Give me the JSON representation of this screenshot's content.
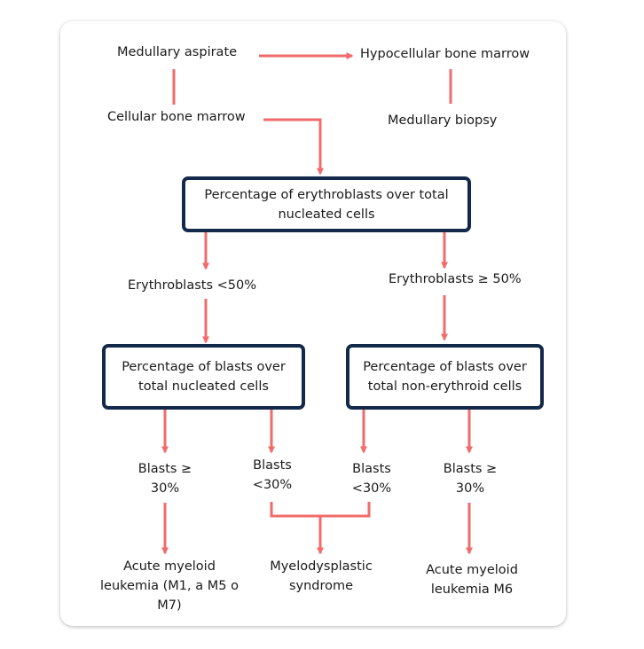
{
  "nodes": {
    "medullary_aspirate": "Medullary aspirate",
    "hypocellular": "Hypocellular bone marrow",
    "cellular": "Cellular bone marrow",
    "medullary_biopsy": "Medullary biopsy",
    "percentage_erythroblasts": "Percentage of erythroblasts over total nucleated cells",
    "erythro_lt50": "Erythroblasts <50%",
    "erythro_ge50": "Erythroblasts ≥ 50%",
    "blasts_total": "Percentage of blasts over total nucleated cells",
    "blasts_nonerythroid": "Percentage of blasts over total non-erythroid cells",
    "blasts_ge30_left": "Blasts ≥ 30%",
    "blasts_lt30_a": "Blasts <30%",
    "blasts_lt30_b": "Blasts <30%",
    "blasts_ge30_right": "Blasts ≥ 30%",
    "aml_m1": "Acute myeloid leukemia (M1, a M5 o M7)",
    "mds": "Myelodysplastic syndrome",
    "aml_m6": "Acute myeloid leukemia M6"
  },
  "colors": {
    "arrow": "#f26b6b",
    "box_border": "#13294a"
  }
}
